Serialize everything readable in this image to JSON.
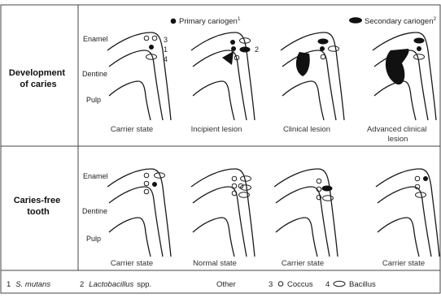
{
  "header_legend": {
    "primary": "Primary cariogen",
    "primary_sup": "1",
    "secondary": "Secondary cariogen",
    "secondary_sup": "2"
  },
  "rows": [
    {
      "title_lines": [
        "Development",
        "of caries"
      ],
      "panels": [
        {
          "caption": [
            "Carrier state"
          ]
        },
        {
          "caption": [
            "Incipient lesion"
          ]
        },
        {
          "caption": [
            "Clinical lesion"
          ]
        },
        {
          "caption": [
            "Advanced clinical",
            "lesion"
          ]
        }
      ]
    },
    {
      "title_lines": [
        "Caries-free",
        "tooth"
      ],
      "panels": [
        {
          "caption": [
            "Carrier state"
          ]
        },
        {
          "caption": [
            "Normal state"
          ]
        },
        {
          "caption": [
            "Carrier state"
          ]
        },
        {
          "caption": [
            "Carrier state"
          ]
        }
      ]
    }
  ],
  "tissue_labels": {
    "enamel": "Enamel",
    "dentine": "Dentine",
    "pulp": "Pulp"
  },
  "panel_numbers": [
    "3",
    "1",
    "4",
    "2"
  ],
  "footer": {
    "n1": "1",
    "smutans": "S. mutans",
    "n2": "2",
    "lacto": "Lactobacillus",
    "lacto_suffix": "spp.",
    "other": "Other",
    "n3": "3",
    "coccus": "Coccus",
    "n4": "4",
    "bacillus": "Bacillus"
  }
}
